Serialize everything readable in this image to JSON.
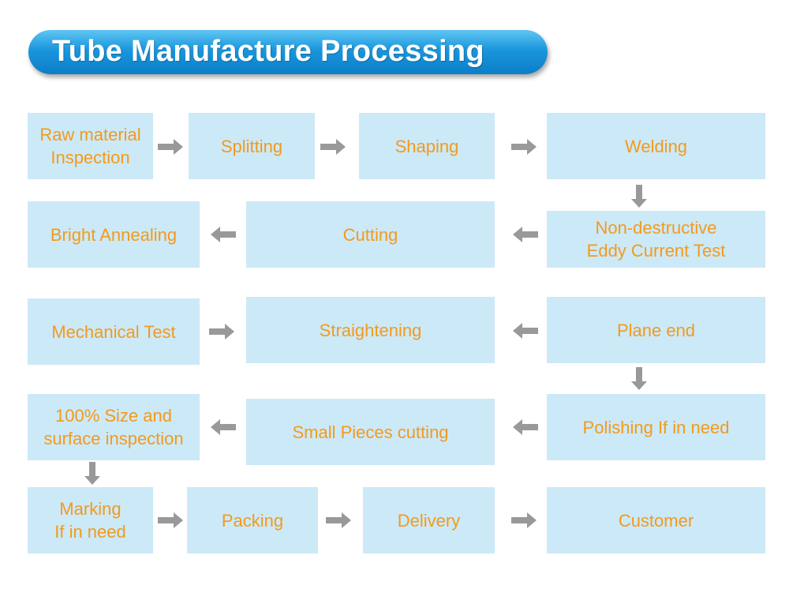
{
  "title": "Tube Manufacture Processing",
  "arrow_color": "#999999",
  "colors": {
    "box": "#cce9f7",
    "text": "#f39a1b",
    "banner": "#1a96dd"
  },
  "steps": [
    {
      "label": "Raw material\nInspection"
    },
    {
      "label": "Splitting"
    },
    {
      "label": "Shaping"
    },
    {
      "label": "Welding"
    },
    {
      "label": "Non-destructive\nEddy Current Test"
    },
    {
      "label": "Cutting"
    },
    {
      "label": "Bright Annealing"
    },
    {
      "label": "Mechanical Test"
    },
    {
      "label": "Straightening"
    },
    {
      "label": "Plane end"
    },
    {
      "label": "Polishing If in need"
    },
    {
      "label": "Small Pieces cutting"
    },
    {
      "label": "100% Size and\nsurface inspection"
    },
    {
      "label": "Marking\nIf in need"
    },
    {
      "label": "Packing"
    },
    {
      "label": "Delivery"
    },
    {
      "label": "Customer"
    }
  ]
}
